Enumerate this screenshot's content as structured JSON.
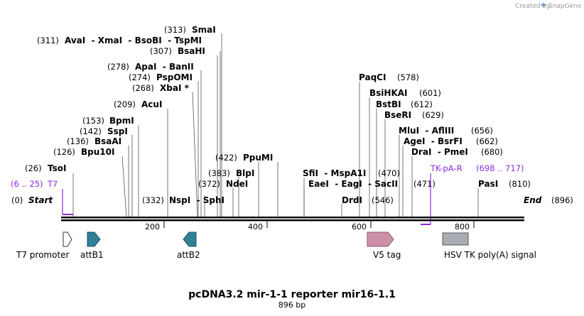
{
  "credit": {
    "text": "Created by",
    "brand": "SnapGene",
    "logo_icon": "snapgene-logo-icon",
    "brand_color": "#7a9ec0"
  },
  "title": "pcDNA3.2 mir-1-1 reporter mir16-1.1",
  "subtitle": "896 bp",
  "sequence_length": 896,
  "start_label": "Start",
  "end_label": "End",
  "start_pos": "(0)",
  "end_pos": "(896)",
  "ticks": [
    {
      "pos": 200,
      "label": "200"
    },
    {
      "pos": 400,
      "label": "400"
    },
    {
      "pos": 600,
      "label": "600"
    },
    {
      "pos": 800,
      "label": "800"
    }
  ],
  "sites": [
    {
      "name": "AvaI  - XmaI  - BsoBI  - TspMI",
      "pos": "(311)",
      "bp": 311
    },
    {
      "name": "SmaI",
      "pos": "(313)",
      "bp": 313
    },
    {
      "name": "BsaHI",
      "pos": "(307)",
      "bp": 307
    },
    {
      "name": "ApaI  - BanII",
      "pos": "(278)",
      "bp": 278
    },
    {
      "name": "PspOMI",
      "pos": "(274)",
      "bp": 274
    },
    {
      "name": "XbaI *",
      "pos": "(268)",
      "bp": 268
    },
    {
      "name": "AcuI",
      "pos": "(209)",
      "bp": 209
    },
    {
      "name": "BpmI",
      "pos": "(153)",
      "bp": 153
    },
    {
      "name": "SspI",
      "pos": "(142)",
      "bp": 142
    },
    {
      "name": "BsaAI",
      "pos": "(136)",
      "bp": 136
    },
    {
      "name": "Bpu10I",
      "pos": "(126)",
      "bp": 126
    },
    {
      "name": "TsoI",
      "pos": "(26)",
      "bp": 26
    },
    {
      "name": "NspI  - SphI",
      "pos": "(332)",
      "bp": 332
    },
    {
      "name": "NdeI",
      "pos": "(372)",
      "bp": 372
    },
    {
      "name": "BlpI",
      "pos": "(383)",
      "bp": 383
    },
    {
      "name": "PpuMI",
      "pos": "(422)",
      "bp": 422
    },
    {
      "name": "SfiI  - MspA1I",
      "pos": "(470)",
      "bp": 470
    },
    {
      "name": "EaeI  - EagI  - SacII",
      "pos": "(471)",
      "bp": 471
    },
    {
      "name": "DrdI",
      "pos": "(546)",
      "bp": 546
    },
    {
      "name": "PaqCI",
      "pos": "(578)",
      "bp": 578
    },
    {
      "name": "BsiHKAI",
      "pos": "(601)",
      "bp": 601
    },
    {
      "name": "BstBI",
      "pos": "(612)",
      "bp": 612
    },
    {
      "name": "BseRI",
      "pos": "(629)",
      "bp": 629
    },
    {
      "name": "MluI  - AflIII",
      "pos": "(656)",
      "bp": 656
    },
    {
      "name": "AgeI  - BsrFI",
      "pos": "(662)",
      "bp": 662
    },
    {
      "name": "DraI  - PmeI",
      "pos": "(680)",
      "bp": 680
    },
    {
      "name": "PasI",
      "pos": "(810)",
      "bp": 810
    }
  ],
  "primers": [
    {
      "name": "T7",
      "range": "(6 .. 25)"
    },
    {
      "name": "TK-pA-R",
      "range": "(698 .. 717)"
    }
  ],
  "primer_color": "#8a2be2",
  "features": [
    {
      "name": "T7 promoter",
      "color": "#ffffff",
      "icon": "arrow-right-icon"
    },
    {
      "name": "attB1",
      "color": "#2f7f96",
      "icon": "arrow-right-icon"
    },
    {
      "name": "attB2",
      "color": "#2f7f96",
      "icon": "arrow-left-icon"
    },
    {
      "name": "V5 tag",
      "color": "#cc8fa8",
      "icon": "arrow-right-icon"
    },
    {
      "name": "HSV TK poly(A) signal",
      "color": "#a9adb3",
      "icon": "box-icon"
    }
  ]
}
